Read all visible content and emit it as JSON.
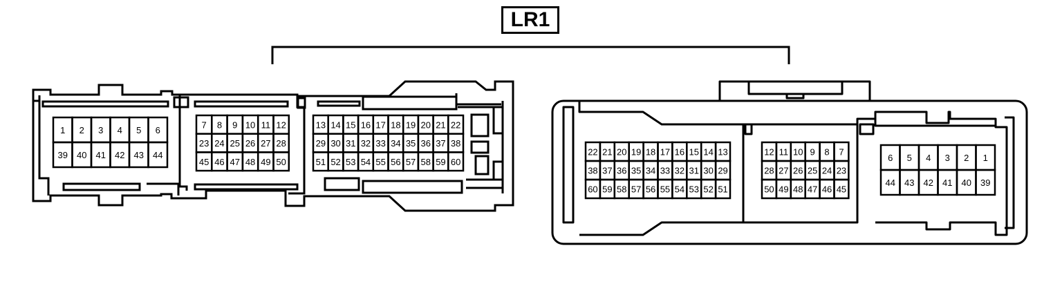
{
  "connector_label": "LR1",
  "male_connector": {
    "block_a": {
      "rows": [
        [
          "1",
          "2",
          "3",
          "4",
          "5",
          "6"
        ],
        [
          "39",
          "40",
          "41",
          "42",
          "43",
          "44"
        ]
      ]
    },
    "block_b": {
      "rows": [
        [
          "7",
          "8",
          "9",
          "10",
          "11",
          "12"
        ],
        [
          "23",
          "24",
          "25",
          "26",
          "27",
          "28"
        ],
        [
          "45",
          "46",
          "47",
          "48",
          "49",
          "50"
        ]
      ]
    },
    "block_c": {
      "rows": [
        [
          "13",
          "14",
          "15",
          "16",
          "17",
          "18",
          "19",
          "20",
          "21",
          "22"
        ],
        [
          "29",
          "30",
          "31",
          "32",
          "33",
          "34",
          "35",
          "36",
          "37",
          "38"
        ],
        [
          "51",
          "52",
          "53",
          "54",
          "55",
          "56",
          "57",
          "58",
          "59",
          "60"
        ]
      ]
    }
  },
  "female_connector": {
    "block_a": {
      "rows": [
        [
          "22",
          "21",
          "20",
          "19",
          "18",
          "17",
          "16",
          "15",
          "14",
          "13"
        ],
        [
          "38",
          "37",
          "36",
          "35",
          "34",
          "33",
          "32",
          "31",
          "30",
          "29"
        ],
        [
          "60",
          "59",
          "58",
          "57",
          "56",
          "55",
          "54",
          "53",
          "52",
          "51"
        ]
      ]
    },
    "block_b": {
      "rows": [
        [
          "12",
          "11",
          "10",
          "9",
          "8",
          "7"
        ],
        [
          "28",
          "27",
          "26",
          "25",
          "24",
          "23"
        ],
        [
          "50",
          "49",
          "48",
          "47",
          "46",
          "45"
        ]
      ]
    },
    "block_c": {
      "rows": [
        [
          "6",
          "5",
          "4",
          "3",
          "2",
          "1"
        ],
        [
          "44",
          "43",
          "42",
          "41",
          "40",
          "39"
        ]
      ]
    }
  }
}
